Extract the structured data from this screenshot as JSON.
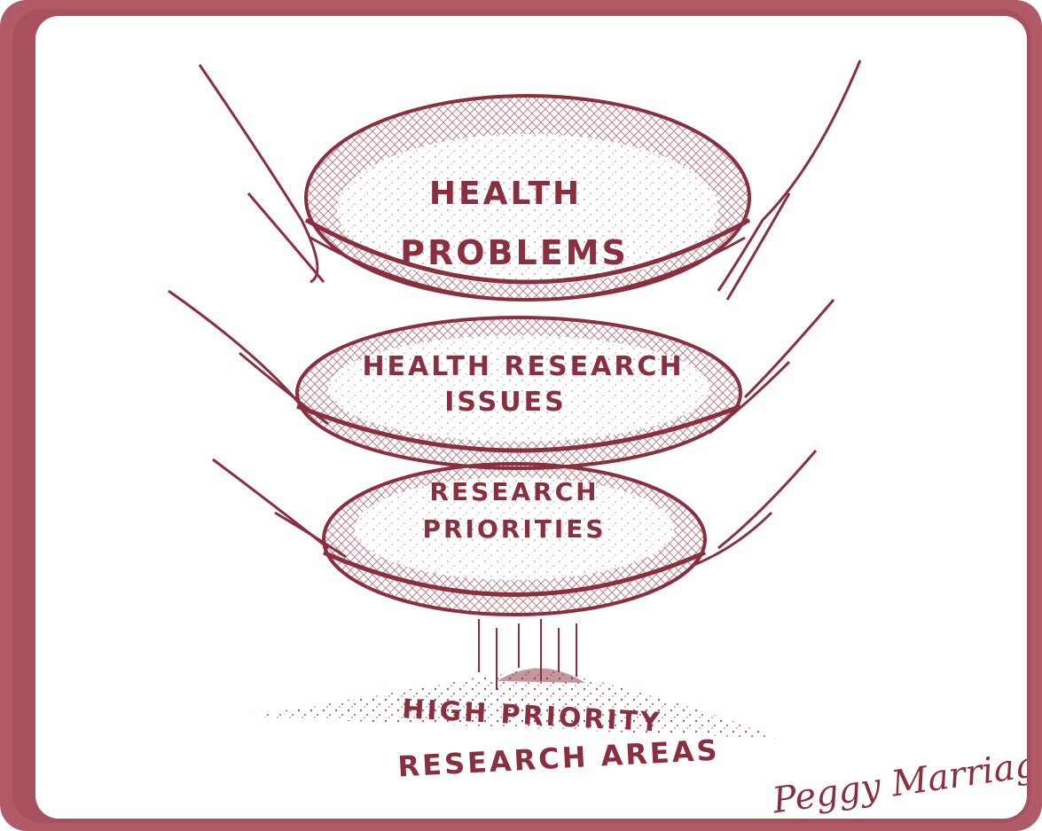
{
  "illustration": {
    "sieves": [
      {
        "line1": "HEALTH",
        "line2": "PROBLEMS"
      },
      {
        "line1": "HEALTH RESEARCH",
        "line2": "ISSUES"
      },
      {
        "line1": "RESEARCH",
        "line2": "PRIORITIES"
      }
    ],
    "result": {
      "line1": "HIGH PRIORITY",
      "line2": "RESEARCH AREAS"
    },
    "signature": "Peggy Marriage"
  },
  "colors": {
    "ink": "#8a2f3e",
    "frame": "#b15a68",
    "background": "#ffffff"
  }
}
